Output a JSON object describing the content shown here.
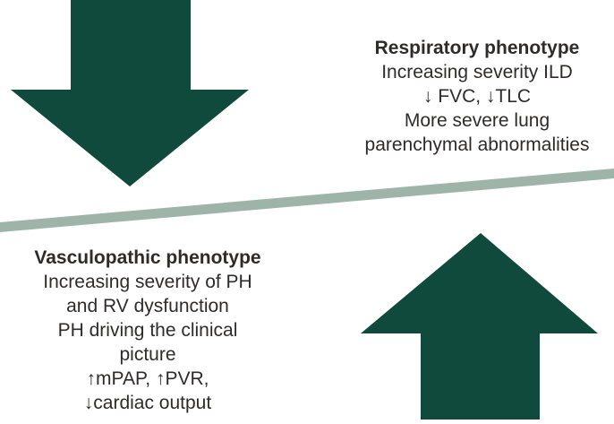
{
  "colors": {
    "arrow_green": "#0F4A3C",
    "beam_sage": "#9FB4A9",
    "text": "#2E2C2B",
    "background": "#FFFFFF"
  },
  "respiratory": {
    "title": "Respiratory phenotype",
    "lines": [
      "Increasing severity ILD",
      "↓ FVC, ↓TLC",
      "More severe lung",
      "parenchymal abnormalities"
    ]
  },
  "vasculopathic": {
    "title": "Vasculopathic phenotype",
    "lines": [
      "Increasing severity of PH",
      "and RV dysfunction",
      "PH driving the clinical",
      "picture",
      "↑mPAP, ↑PVR,",
      "↓cardiac output"
    ]
  },
  "icons": {
    "down_arrow": "down-arrow",
    "up_arrow": "up-arrow",
    "beam": "balance-beam"
  }
}
